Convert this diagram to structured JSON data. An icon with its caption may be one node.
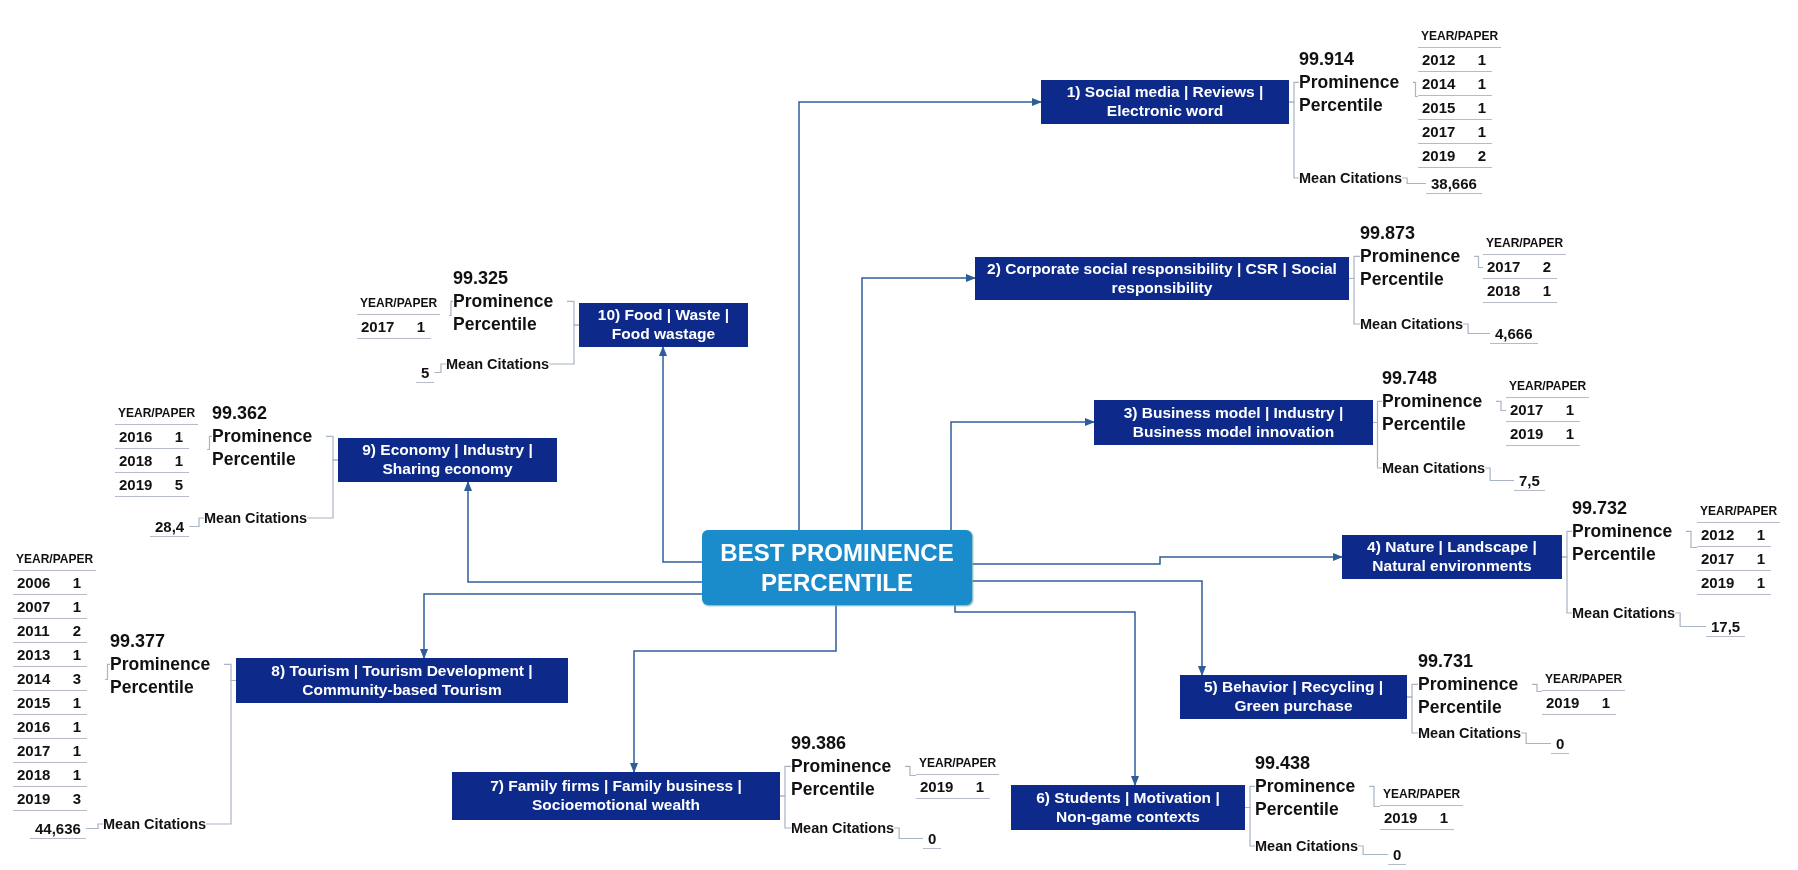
{
  "diagram": {
    "nodes": [
      {
        "text": [
          "BEST PROMINENCE PERCENTILE"
        ]
      },
      {
        "text": [
          "1) Social media | Reviews | Electronic word"
        ]
      },
      {
        "text": [
          "99.914",
          "Prominence Percentile"
        ]
      },
      {
        "text": [
          "YEAR/PAPER",
          "2012",
          "1",
          "2014",
          "1",
          "2015",
          "1",
          "2017",
          "1",
          "2019",
          "2"
        ]
      },
      {
        "text": [
          "Mean Citations"
        ]
      },
      {
        "text": [
          "38,666"
        ]
      },
      {
        "text": [
          "2) Corporate social responsibility | CSR | Social responsibility"
        ]
      },
      {
        "text": [
          "99.873",
          "Prominence Percentile"
        ]
      },
      {
        "text": [
          "YEAR/PAPER",
          "2017",
          "2",
          "2018",
          "1"
        ]
      },
      {
        "text": [
          "Mean Citations"
        ]
      },
      {
        "text": [
          "4,666"
        ]
      },
      {
        "text": [
          "3) Business model | Industry | Business model innovation"
        ]
      },
      {
        "text": [
          "99.748",
          "Prominence Percentile"
        ]
      },
      {
        "text": [
          "YEAR/PAPER",
          "2017",
          "1",
          "2019",
          "1"
        ]
      },
      {
        "text": [
          "Mean Citations"
        ]
      },
      {
        "text": [
          "7,5"
        ]
      },
      {
        "text": [
          "4) Nature | Landscape | Natural environments"
        ]
      },
      {
        "text": [
          "99.732",
          "Prominence Percentile"
        ]
      },
      {
        "text": [
          "YEAR/PAPER",
          "2012",
          "1",
          "2017",
          "1",
          "2019",
          "1"
        ]
      },
      {
        "text": [
          "Mean Citations"
        ]
      },
      {
        "text": [
          "17,5"
        ]
      },
      {
        "text": [
          "5) Behavior | Recycling | Green purchase"
        ]
      },
      {
        "text": [
          "99.731",
          "Prominence Percentile"
        ]
      },
      {
        "text": [
          "YEAR/PAPER",
          "2019",
          "1"
        ]
      },
      {
        "text": [
          "Mean Citations"
        ]
      },
      {
        "text": [
          "0"
        ]
      },
      {
        "text": [
          "6) Students | Motivation | Non-game contexts"
        ]
      },
      {
        "text": [
          "99.438",
          "Prominence Percentile"
        ]
      },
      {
        "text": [
          "YEAR/PAPER",
          "2019",
          "1"
        ]
      },
      {
        "text": [
          "Mean Citations"
        ]
      },
      {
        "text": [
          "0"
        ]
      },
      {
        "text": [
          "7) Family firms | Family business | Socioemotional wealth"
        ]
      },
      {
        "text": [
          "99.386",
          "Prominence Percentile"
        ]
      },
      {
        "text": [
          "YEAR/PAPER",
          "2019",
          "1"
        ]
      },
      {
        "text": [
          "Mean Citations"
        ]
      },
      {
        "text": [
          "0"
        ]
      },
      {
        "text": [
          "8) Tourism | Tourism Development | Community-based Tourism"
        ]
      },
      {
        "text": [
          "99.377",
          "Prominence Percentile"
        ]
      },
      {
        "text": [
          "YEAR/PAPER",
          "2006",
          "1",
          "2007",
          "1",
          "2011",
          "2",
          "2013",
          "1",
          "2014",
          "3",
          "2015",
          "1",
          "2016",
          "1",
          "2017",
          "1",
          "2018",
          "1",
          "2019",
          "3"
        ]
      },
      {
        "text": [
          "Mean Citations"
        ]
      },
      {
        "text": [
          "44,636"
        ]
      },
      {
        "text": [
          "9) Economy | Industry | Sharing economy"
        ]
      },
      {
        "text": [
          "99.362",
          "Prominence Percentile"
        ]
      },
      {
        "text": [
          "YEAR/PAPER",
          "2016",
          "1",
          "2018",
          "1",
          "2019",
          "5"
        ]
      },
      {
        "text": [
          "Mean Citations"
        ]
      },
      {
        "text": [
          "28,4"
        ]
      },
      {
        "text": [
          "10) Food | Waste | Food wastage"
        ]
      },
      {
        "text": [
          "99.325",
          "Prominence Percentile"
        ]
      },
      {
        "text": [
          "YEAR/PAPER",
          "2017",
          "1"
        ]
      },
      {
        "text": [
          "Mean Citations"
        ]
      },
      {
        "text": [
          "5"
        ]
      }
    ],
    "edges": [
      {
        "from": 0,
        "to": 1,
        "arrow": "to",
        "color": "#2f5d9a"
      },
      {
        "from": 0,
        "to": 6,
        "arrow": "to",
        "color": "#2f5d9a"
      },
      {
        "from": 0,
        "to": 11,
        "arrow": "to",
        "color": "#2f5d9a"
      },
      {
        "from": 0,
        "to": 16,
        "arrow": "to",
        "color": "#2f5d9a"
      },
      {
        "from": 0,
        "to": 21,
        "arrow": "to",
        "color": "#2f5d9a"
      },
      {
        "from": 0,
        "to": 26,
        "arrow": "to",
        "color": "#2f5d9a"
      },
      {
        "from": 0,
        "to": 31,
        "arrow": "to",
        "color": "#2f5d9a"
      },
      {
        "from": 0,
        "to": 36,
        "arrow": "to",
        "color": "#2f5d9a"
      },
      {
        "from": 0,
        "to": 41,
        "arrow": "to",
        "color": "#2f5d9a"
      },
      {
        "from": 0,
        "to": 46,
        "arrow": "to",
        "color": "#2f5d9a"
      },
      {
        "from": 1,
        "to": 2,
        "arrow": "none"
      },
      {
        "from": 2,
        "to": 3,
        "arrow": "none"
      },
      {
        "from": 1,
        "to": 4,
        "arrow": "none"
      },
      {
        "from": 4,
        "to": 5,
        "arrow": "none"
      },
      {
        "from": 6,
        "to": 7,
        "arrow": "none"
      },
      {
        "from": 7,
        "to": 8,
        "arrow": "none"
      },
      {
        "from": 6,
        "to": 9,
        "arrow": "none"
      },
      {
        "from": 9,
        "to": 10,
        "arrow": "none"
      },
      {
        "from": 11,
        "to": 12,
        "arrow": "none"
      },
      {
        "from": 12,
        "to": 13,
        "arrow": "none"
      },
      {
        "from": 11,
        "to": 14,
        "arrow": "none"
      },
      {
        "from": 14,
        "to": 15,
        "arrow": "none"
      },
      {
        "from": 16,
        "to": 17,
        "arrow": "none"
      },
      {
        "from": 17,
        "to": 18,
        "arrow": "none"
      },
      {
        "from": 16,
        "to": 19,
        "arrow": "none"
      },
      {
        "from": 19,
        "to": 20,
        "arrow": "none"
      },
      {
        "from": 21,
        "to": 22,
        "arrow": "none"
      },
      {
        "from": 22,
        "to": 23,
        "arrow": "none"
      },
      {
        "from": 21,
        "to": 24,
        "arrow": "none"
      },
      {
        "from": 24,
        "to": 25,
        "arrow": "none"
      },
      {
        "from": 26,
        "to": 27,
        "arrow": "none"
      },
      {
        "from": 27,
        "to": 28,
        "arrow": "none"
      },
      {
        "from": 26,
        "to": 29,
        "arrow": "none"
      },
      {
        "from": 29,
        "to": 30,
        "arrow": "none"
      },
      {
        "from": 31,
        "to": 32,
        "arrow": "none"
      },
      {
        "from": 32,
        "to": 33,
        "arrow": "none"
      },
      {
        "from": 31,
        "to": 34,
        "arrow": "none"
      },
      {
        "from": 34,
        "to": 35,
        "arrow": "none"
      },
      {
        "from": 36,
        "to": 37,
        "arrow": "none"
      },
      {
        "from": 37,
        "to": 38,
        "arrow": "none"
      },
      {
        "from": 36,
        "to": 39,
        "arrow": "none"
      },
      {
        "from": 39,
        "to": 40,
        "arrow": "none"
      },
      {
        "from": 41,
        "to": 42,
        "arrow": "none"
      },
      {
        "from": 42,
        "to": 43,
        "arrow": "none"
      },
      {
        "from": 41,
        "to": 44,
        "arrow": "none"
      },
      {
        "from": 44,
        "to": 45,
        "arrow": "none"
      },
      {
        "from": 46,
        "to": 47,
        "arrow": "none"
      },
      {
        "from": 47,
        "to": 48,
        "arrow": "none"
      },
      {
        "from": 46,
        "to": 49,
        "arrow": "none"
      },
      {
        "from": 49,
        "to": 50,
        "arrow": "none"
      }
    ]
  }
}
